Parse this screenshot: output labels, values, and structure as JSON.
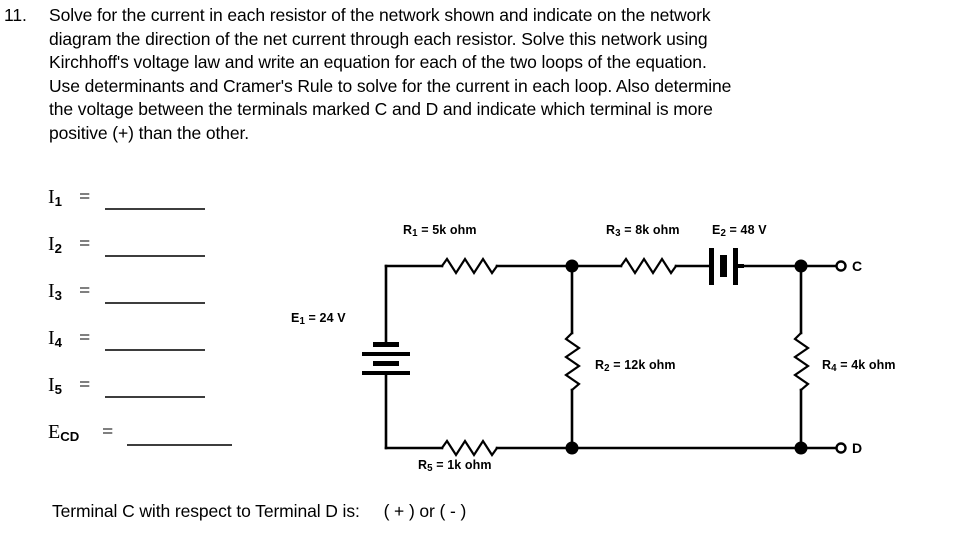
{
  "problem": {
    "number": "11.",
    "text": "Solve for the current in each resistor of the network shown and indicate on the network\ndiagram the direction of the net current through each resistor.  Solve this network using\nKirchhoff's voltage law and write an equation for each of the two loops of the equation.\nUse determinants and Cramer's Rule to solve for the current in each loop.  Also determine\nthe voltage between the terminals marked C and D and indicate which terminal is more\npositive (+) than the other."
  },
  "answers": {
    "equals_sign": "=",
    "rows": [
      {
        "symbol": "I",
        "subscript": "1",
        "value": ""
      },
      {
        "symbol": "I",
        "subscript": "2",
        "value": ""
      },
      {
        "symbol": "I",
        "subscript": "3",
        "value": ""
      },
      {
        "symbol": "I",
        "subscript": "4",
        "value": ""
      },
      {
        "symbol": "I",
        "subscript": "5",
        "value": ""
      },
      {
        "symbol": "E",
        "subscript": "CD",
        "value": ""
      }
    ]
  },
  "circuit": {
    "components": {
      "r1": {
        "name": "R",
        "sub": "1",
        "label": "R1 = 5k ohm",
        "value": "5k ohm",
        "text": "= 5k ohm"
      },
      "r2": {
        "name": "R",
        "sub": "2",
        "label": "R2 = 12k ohm",
        "value": "12k ohm",
        "text": "= 12k ohm"
      },
      "r3": {
        "name": "R",
        "sub": "3",
        "label": "R3 = 8k ohm",
        "value": "8k ohm",
        "text": "= 8k ohm"
      },
      "r4": {
        "name": "R",
        "sub": "4",
        "label": "R4 = 4k ohm",
        "value": "4k ohm",
        "text": "= 4k ohm"
      },
      "r5": {
        "name": "R",
        "sub": "5",
        "label": "R5 = 1k ohm",
        "value": "1k ohm",
        "text": "= 1k ohm"
      },
      "e1": {
        "name": "E",
        "sub": "1",
        "label": "E1 = 24 V",
        "value": "24 V",
        "text": "= 24 V"
      },
      "e2": {
        "name": "E",
        "sub": "2",
        "label": "E2 = 48 V",
        "value": "48 V",
        "text": "= 48 V"
      }
    },
    "terminals": {
      "c": "C",
      "d": "D"
    },
    "line_color": "#000000"
  },
  "footer": {
    "question": "Terminal C with respect to Terminal D is:     ( + ) or ( - )"
  }
}
